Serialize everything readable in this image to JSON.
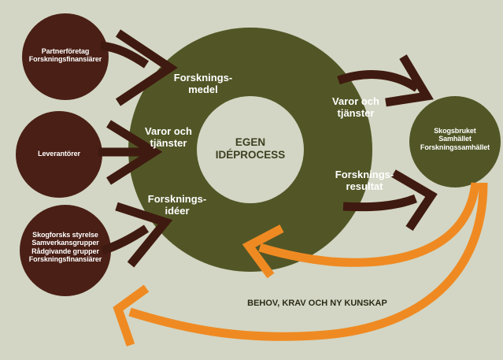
{
  "colors": {
    "background": "#d3d6c4",
    "ring": "#525626",
    "core": "#d3d6c4",
    "node": "#4a1f15",
    "arrow_dark": "#3f1a10",
    "arrow_orange": "#ef8a22",
    "right_node": "#525626"
  },
  "nodes": {
    "top_left": [
      "Partnerföretag",
      "Forskningsfinansiärer"
    ],
    "mid_left": [
      "Leverantörer"
    ],
    "bottom_left": [
      "Skogforsks styrelse",
      "Samverkansgrupper",
      "Rådgivande grupper",
      "Forskningsfinansiärer"
    ],
    "right": [
      "Skogsbruket",
      "Samhället",
      "Forskningssamhället"
    ]
  },
  "ring": {
    "top_input": [
      "Forsknings-",
      "medel"
    ],
    "mid_input": [
      "Varor och",
      "tjänster"
    ],
    "bottom_input": [
      "Forsknings-",
      "idéer"
    ],
    "top_output": [
      "Varor och",
      "tjänster"
    ],
    "bottom_output": [
      "Forsknings-",
      "resultat"
    ]
  },
  "core": [
    "EGEN",
    "IDÉPROCESS"
  ],
  "feedback_label": "BEHOV, KRAV OCH NY KUNSKAP"
}
